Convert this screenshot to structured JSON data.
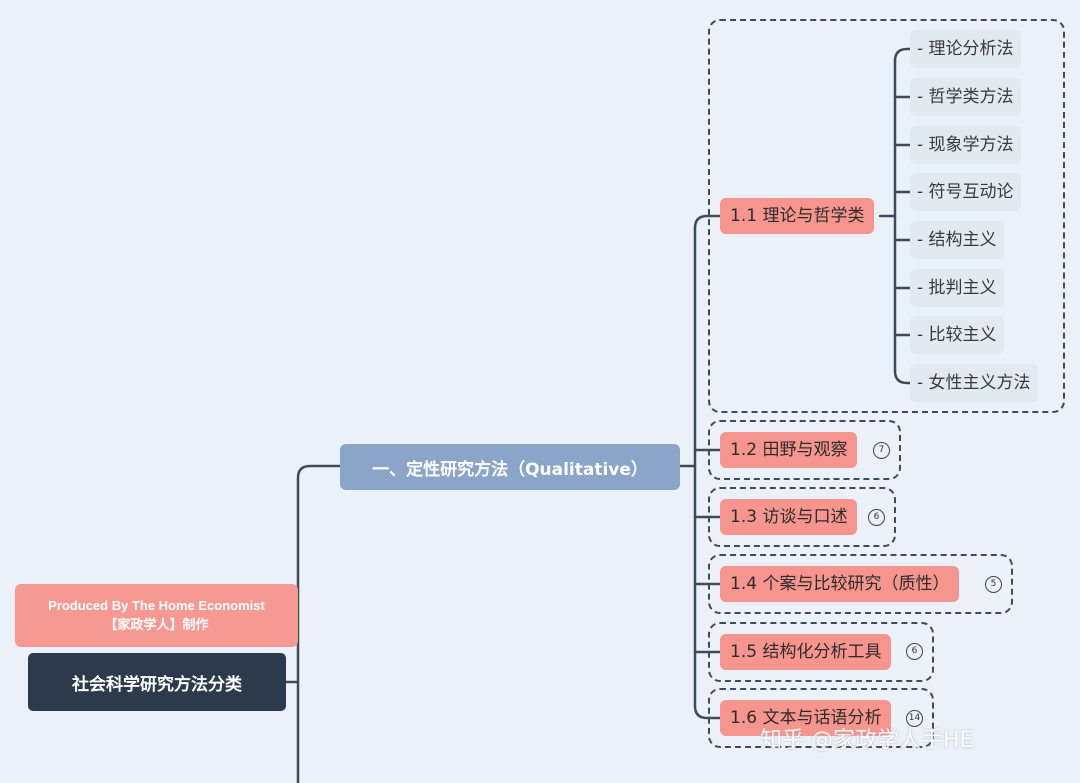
{
  "credit": {
    "line1": "Produced By The Home Economist",
    "line2": "【家政学人】制作"
  },
  "root": {
    "label": "社会科学研究方法分类"
  },
  "main_branch": {
    "label": "一、定性研究方法（Qualitative）"
  },
  "sections": [
    {
      "label": "1.1 理论与哲学类",
      "children": [
        "- 理论分析法",
        "- 哲学类方法",
        "- 现象学方法",
        "- 符号互动论",
        "- 结构主义",
        "- 批判主义",
        "- 比较主义",
        "- 女性主义方法"
      ]
    },
    {
      "label": "1.2 田野与观察",
      "count": "7"
    },
    {
      "label": "1.3 访谈与口述",
      "count": "6"
    },
    {
      "label": "1.4 个案与比较研究（质性）",
      "count": "5"
    },
    {
      "label": "1.5 结构化分析工具",
      "count": "6"
    },
    {
      "label": "1.6 文本与话语分析",
      "count": "14"
    }
  ],
  "watermark": "知乎 @家政学人手HE",
  "colors": {
    "background": "#eaf1f8",
    "root": "#2d3a4c",
    "main": "#8aa5c7",
    "section": "#f6958e",
    "leaf": "#e1e9f1",
    "line": "#3f4b5c"
  }
}
